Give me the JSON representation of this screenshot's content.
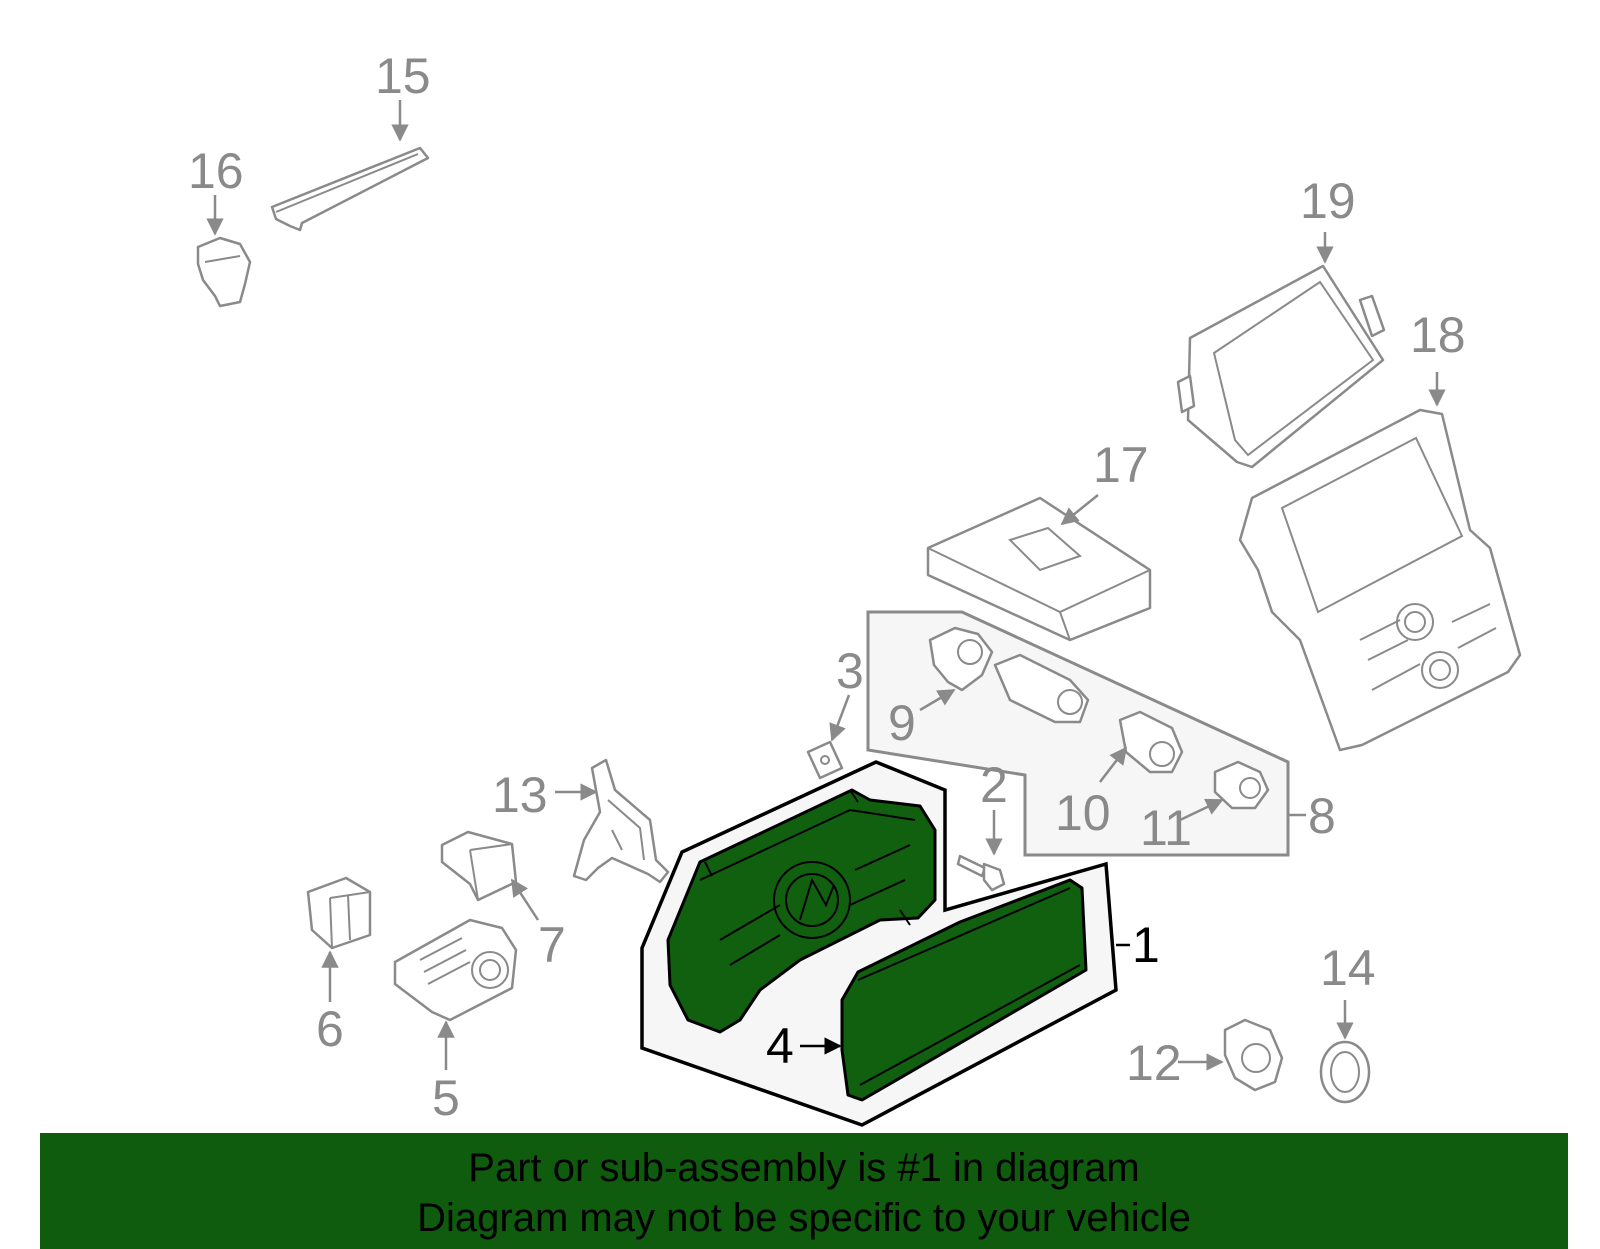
{
  "callouts": {
    "c1": "1",
    "c2": "2",
    "c3": "3",
    "c4": "4",
    "c5": "5",
    "c6": "6",
    "c7": "7",
    "c8": "8",
    "c9": "9",
    "c10": "10",
    "c11": "11",
    "c12": "12",
    "c13": "13",
    "c14": "14",
    "c15": "15",
    "c16": "16",
    "c17": "17",
    "c18": "18",
    "c19": "19"
  },
  "banner": {
    "line1": "Part or sub-assembly is #1 in diagram",
    "line2": "Diagram may not be specific to your vehicle",
    "color": "#0f5c0f"
  },
  "highlight_color": "#106010"
}
